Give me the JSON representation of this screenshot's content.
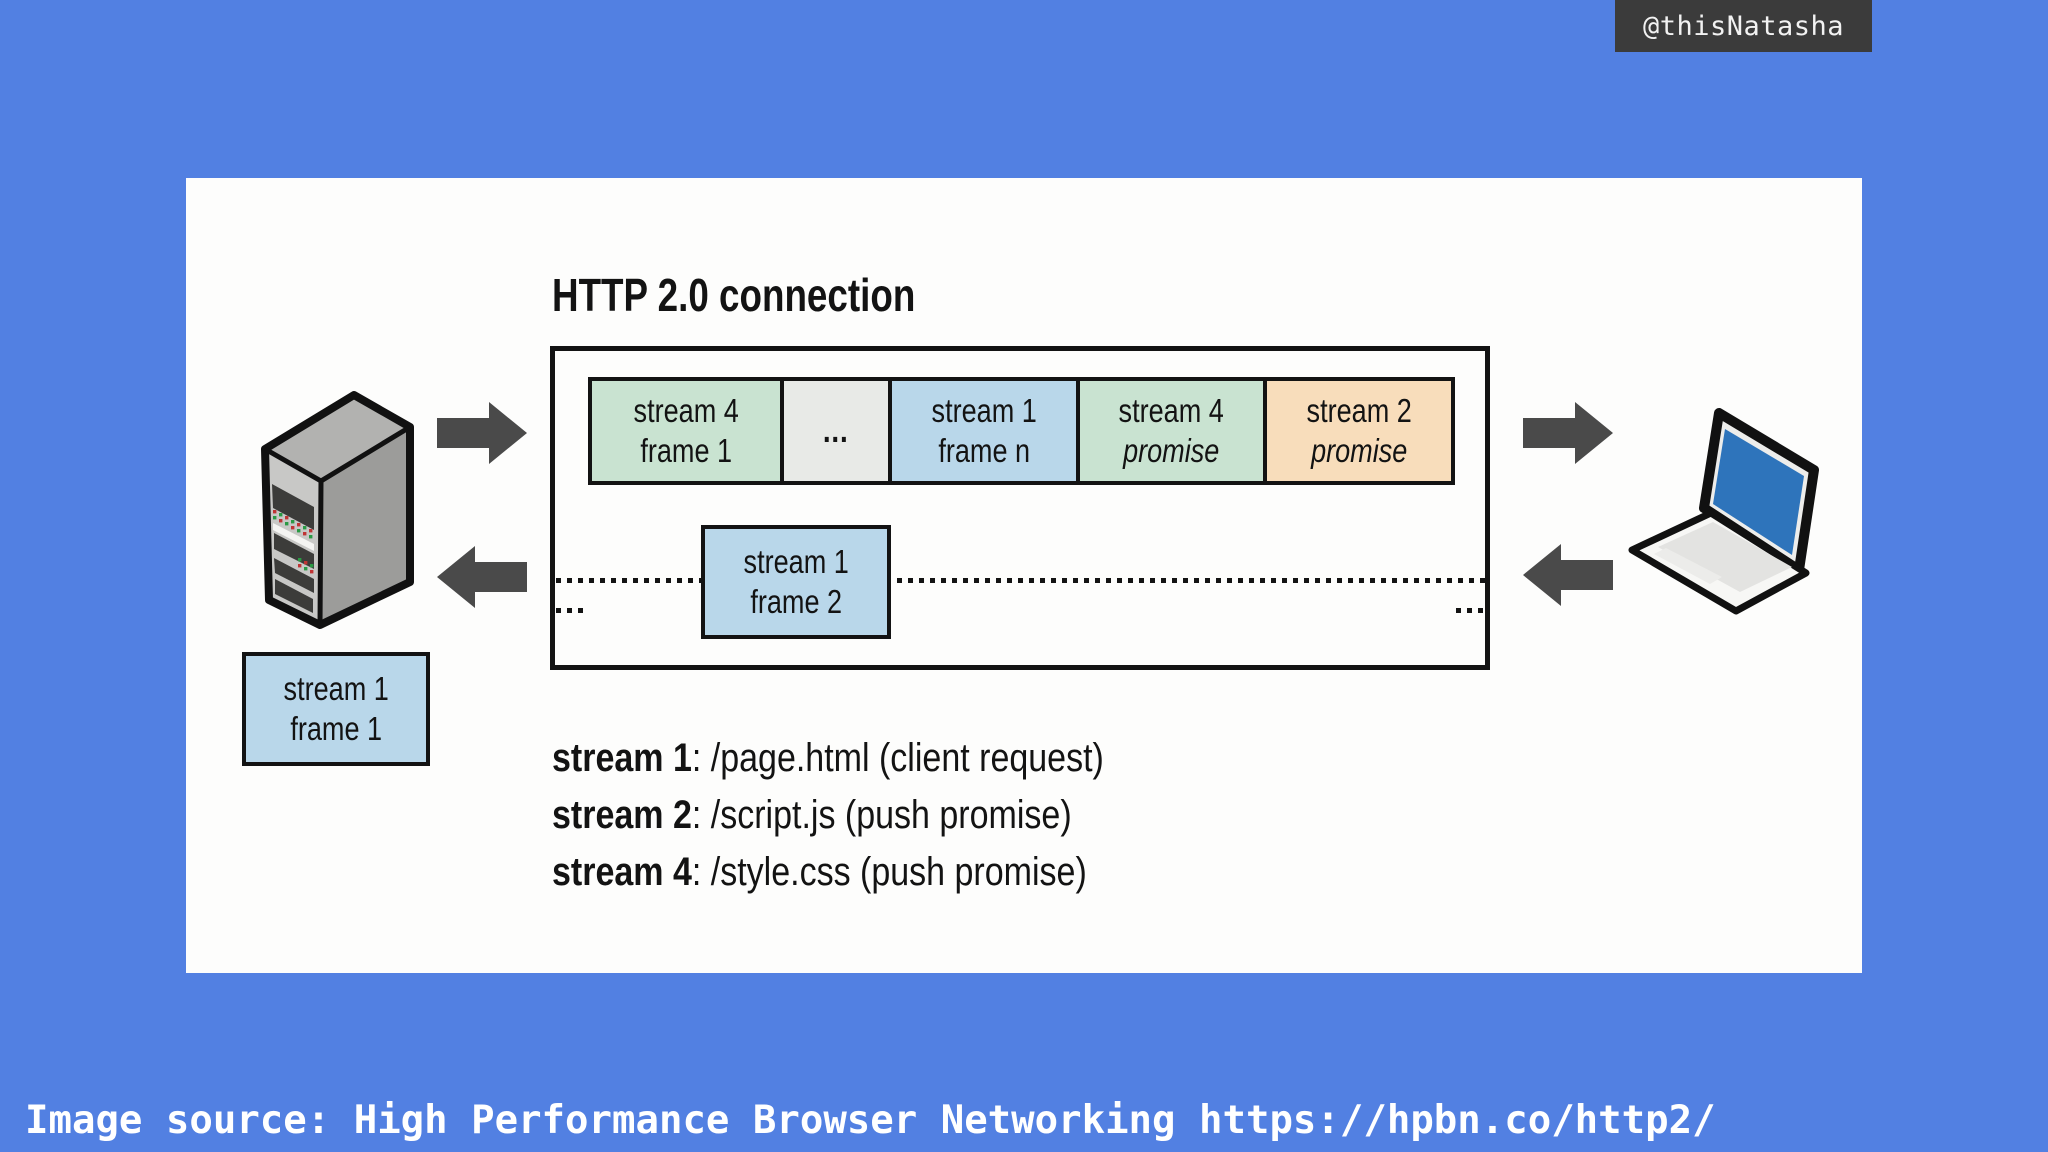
{
  "badge": {
    "handle": "@thisNatasha"
  },
  "caption": {
    "text": "Image source: High Performance Browser Networking https://hpbn.co/http2/"
  },
  "diagram": {
    "title": "HTTP 2.0 connection",
    "frames_row": [
      {
        "line1": "stream 4",
        "line2": "frame 1",
        "color": "green"
      },
      {
        "line1": "...",
        "line2": "",
        "color": "gray"
      },
      {
        "line1": "stream 1",
        "line2": "frame n",
        "color": "blue"
      },
      {
        "line1": "stream 4",
        "line2": "promise",
        "color": "green"
      },
      {
        "line1": "stream 2",
        "line2": "promise",
        "color": "peach"
      }
    ],
    "response_frame": {
      "line1": "stream 1",
      "line2": "frame 2"
    },
    "request_frame": {
      "line1": "stream 1",
      "line2": "frame 1"
    },
    "legend": [
      {
        "stream": "stream 1",
        "detail": ": /page.html  (client request)"
      },
      {
        "stream": "stream 2",
        "detail": ": /script.js  (push promise)"
      },
      {
        "stream": "stream 4",
        "detail": ": /style.css  (push promise)"
      }
    ],
    "icons": {
      "server": "server-tower-icon",
      "client": "laptop-icon",
      "request_arrow": "arrow-right-icon",
      "response_arrow": "arrow-left-icon"
    }
  },
  "colors": {
    "bg": "#5280e2",
    "panel": "#fdfdfc",
    "ink": "#131313",
    "badge-bg": "#3b3b3b",
    "badge-text": "#f2f2f2",
    "arrow": "#4a4a4a",
    "box-green": "#c9e3d1",
    "box-gray": "#e8eae7",
    "box-blue": "#b9d7ea",
    "box-peach": "#f8ddbb",
    "laptop-screen": "#2e74bb",
    "caption-text": "#ffffff"
  }
}
